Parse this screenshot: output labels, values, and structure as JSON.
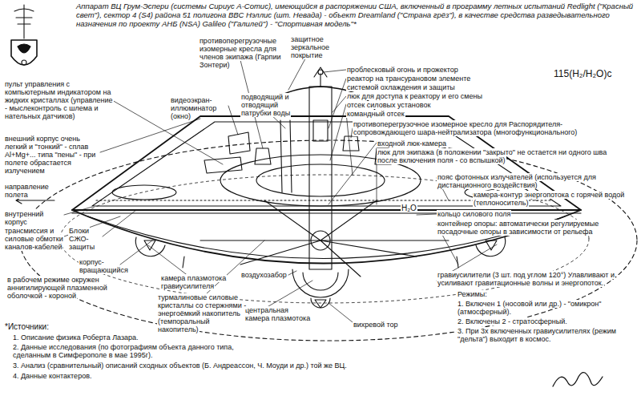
{
  "diagram": {
    "title": "Аппарат ВЦ Грум-Эспери (системы Сириус А-Сотис), имеющийся в распоряжении США, включенный в программу летных испытаний Redlight (\"Красный свет\"), сектор 4 (S4) района 51 полигона ВВС Нэллис (шт. Невада) - объект Dreamland (\"Страна грёз\"), в качестве средства разведывательного назначения по проекту АНБ (NSA) Galileo (\"Галилей\") - \"Спортивная модель\"*",
    "labels": [
      "противоперегрузочные изомерные кресла для членов экипажа (Гарпии Зонтери)",
      "защитное зеркальное покрытие",
      "проблесковый огонь и прожектор",
      "реактор на трансурановом элементе",
      "115(H₂/H₂O)c",
      "системой охлаждения и защиты",
      "люк для доступа к реактору и его смены",
      "отсек силовых установок",
      "командный отсек",
      "противоперегрузочное изомерное кресло для Распорядителя-сопровождающего шара-нейтрализатора (многофункционального)",
      "входной люк-камера",
      "люк для экипажа (в положении \"закрыто\" не остается ни одного шва после включения поля - со вспышкой)",
      "пояс фотонных излучателей (используется для дистанционного воздействия)",
      "камера-контур энергопотока с горячей водой (теплоноситель)",
      "H₂O",
      "кольцо силового поля",
      "контейнер опоры: автоматически регулируемые посадочные опоры в зависимости от рельефа",
      "гравиусилители (3 шт. под углом 120°) Улавливают и усиливают гравитационные волны и энергопоток.",
      "Режимы:",
      "1. Включен 1 (носовой или др.) - \"омикрон\" (атмосферный).",
      "2. Включены 2 - стратосферный.",
      "3. При 3х включенных гравиусилителях (режим \"дельта\") выходит в космос.",
      "центральная камера плазмотока",
      "воздухозабор",
      "вихревой тор",
      "камера плазмотока гравиусилителя",
      "турмалиновые силовые кристаллы со стержнями - энергоёмкий накопитель (темпоральный накопитель)",
      "корпус-вращающийся",
      "в рабочем режиме окружен аннигилирующей плазменной оболочкой - короной",
      "Блоки СЖО-защиты",
      "трансмиссия и силовые обмотки каналов-кабелей",
      "внутренний корпус",
      "направление полета",
      "внешний корпус очень легкий и \"тонкий\" - сплав Al+Mg+... типа \"пены\" - при полете обрастается излучением",
      "пульт управления с компьютерным индикатором на жидких кристаллах (управление - мыслеконтроль с шлема и нательных датчиков)",
      "видеоэкран-иллюминатор (окно)",
      "подводящий и отводящий патрубки воды",
      "*Источники:",
      "1. Описание физика Роберта Лазара.",
      "2. Данные исследования (по фотографиям объекта данного типа, сделанным в Симферополе в мае 1995г).",
      "3. Анализ (сравнительный) описаний сходных объектов (Б. Андреассон, Ч. Моуди и др.) той же ВЦ.",
      "4. Данные контактеров."
    ]
  }
}
